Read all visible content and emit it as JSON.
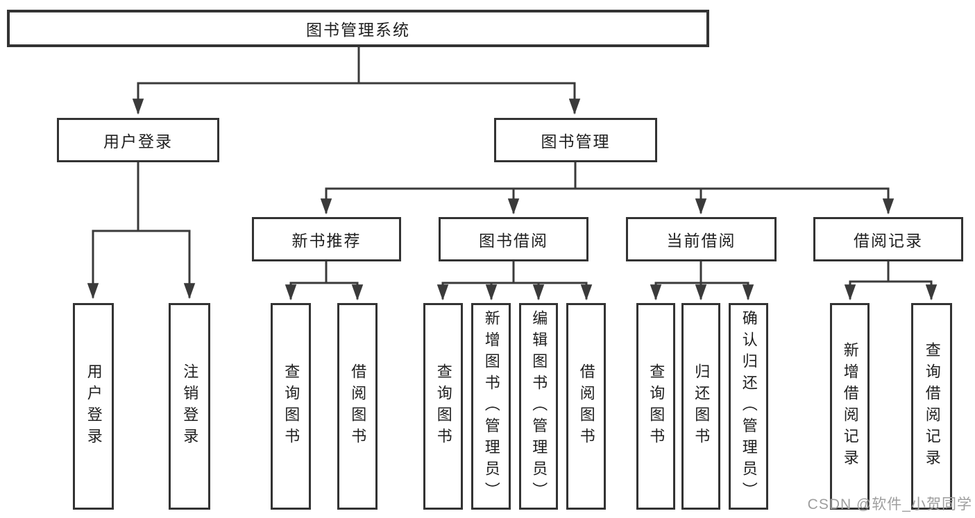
{
  "diagram": {
    "root": {
      "label": "图书管理系统"
    },
    "level2": [
      {
        "label": "用户登录"
      },
      {
        "label": "图书管理"
      }
    ],
    "level3": [
      {
        "label": "新书推荐"
      },
      {
        "label": "图书借阅"
      },
      {
        "label": "当前借阅"
      },
      {
        "label": "借阅记录"
      }
    ],
    "leaves": [
      {
        "label": "用户登录"
      },
      {
        "label": "注销登录"
      },
      {
        "label": "查询图书"
      },
      {
        "label": "借阅图书"
      },
      {
        "label": "查询图书"
      },
      {
        "label": "新增图书（管理员）"
      },
      {
        "label": "编辑图书（管理员）"
      },
      {
        "label": "借阅图书"
      },
      {
        "label": "查询图书"
      },
      {
        "label": "归还图书"
      },
      {
        "label": "确认归还（管理员）"
      },
      {
        "label": "新增借阅记录"
      },
      {
        "label": "查询借阅记录"
      }
    ],
    "hierarchy": {
      "图书管理系统": {
        "用户登录": [
          "用户登录",
          "注销登录"
        ],
        "图书管理": {
          "新书推荐": [
            "查询图书",
            "借阅图书"
          ],
          "图书借阅": [
            "查询图书",
            "新增图书（管理员）",
            "编辑图书（管理员）",
            "借阅图书"
          ],
          "当前借阅": [
            "查询图书",
            "归还图书",
            "确认归还（管理员）"
          ],
          "借阅记录": [
            "新增借阅记录",
            "查询借阅记录"
          ]
        }
      }
    },
    "watermark": "CSDN @软件_小贺同学",
    "colors": {
      "line": "#3a3a3a",
      "border": "#333333",
      "text": "#1f1f1f",
      "watermark": "#9e9e9e",
      "background": "#ffffff"
    }
  }
}
